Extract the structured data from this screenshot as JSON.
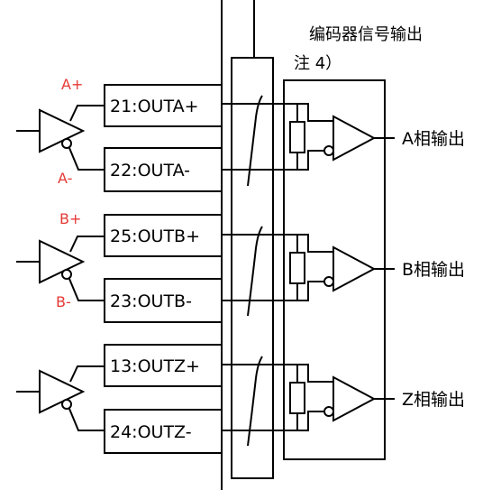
{
  "header": {
    "title": "编码器信号输出",
    "note": "注 4）"
  },
  "channels": [
    {
      "plus_label": "A+",
      "minus_label": "A-",
      "pin_plus": "21:OUTA+",
      "pin_minus": "22:OUTA-",
      "output": "A相输出"
    },
    {
      "plus_label": "B+",
      "minus_label": "B-",
      "pin_plus": "25:OUTB+",
      "pin_minus": "23:OUTB-",
      "output": "B相输出"
    },
    {
      "plus_label": "",
      "minus_label": "",
      "pin_plus": "13:OUTZ+",
      "pin_minus": "24:OUTZ-",
      "output": "Z相输出"
    }
  ],
  "colors": {
    "line": "#000000",
    "label_red": "#e53935",
    "background": "#ffffff"
  }
}
